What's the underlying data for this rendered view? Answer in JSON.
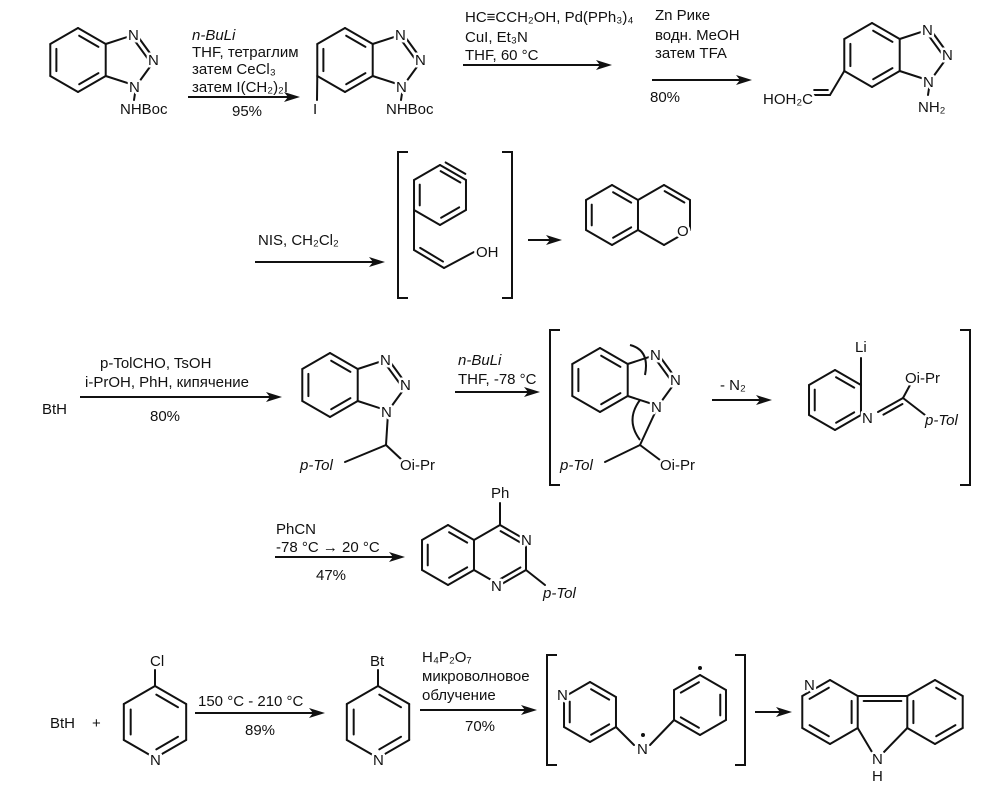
{
  "scheme": {
    "step1": {
      "reagents": [
        "n-BuLi",
        "THF, тетраглим",
        "затем CeCl₃",
        "затем I(CH₂)₂I"
      ],
      "yield": "95%"
    },
    "sm1": {
      "n": "N",
      "sub": "NHBoc"
    },
    "int1": {
      "n": "N",
      "sub": "NHBoc",
      "iodo": "I"
    },
    "step2": {
      "reagents": [
        "HC≡CCH₂OH, Pd(PPh₃)₄",
        "CuI, Et₃N",
        "THF, 60 °C"
      ]
    },
    "step3": {
      "reagents": [
        "Zn Рике",
        "водн. MeOH",
        "затем TFA"
      ],
      "yield": "80%"
    },
    "prod1": {
      "n": "N",
      "sub": "NH₂",
      "chain": "HOH₂C"
    },
    "step4": {
      "reagents": [
        "NIS, CH₂Cl₂"
      ]
    },
    "aryne": {
      "oh": "OH"
    },
    "chromene": {
      "o": "O"
    },
    "step5": {
      "start": "BtH",
      "reagents": [
        "p-TolCHO, TsOH",
        "i-PrOH, PhH, кипячение"
      ],
      "yield": "80%"
    },
    "adduct": {
      "n": "N",
      "tol": "p-Tol",
      "oipr": "Oi-Pr"
    },
    "step6": {
      "reagents": [
        "n-BuLi",
        "THF, -78 °C"
      ]
    },
    "step7": {
      "reagents": [
        "- N₂"
      ]
    },
    "imidate": {
      "li": "Li",
      "n": "N",
      "oipr": "Oi-Pr",
      "tol": "p-Tol"
    },
    "step8": {
      "reagents": [
        "PhCN",
        "-78 °C → 20 °C"
      ],
      "yield": "47%"
    },
    "quinazoline": {
      "ph": "Ph",
      "n": "N",
      "tol": "p-Tol"
    },
    "step9": {
      "start": "BtH",
      "plus": "+",
      "reagents": [
        "150 °C - 210 °C"
      ],
      "yield": "89%"
    },
    "clpyr": {
      "cl": "Cl",
      "n": "N"
    },
    "btpyr": {
      "bt": "Bt",
      "n": "N"
    },
    "step10": {
      "reagents": [
        "H₄P₂O₇",
        "микроволновое",
        "облучение"
      ],
      "yield": "70%"
    },
    "diradical": {
      "n": "N",
      "n2": "N"
    },
    "carboline": {
      "n": "N",
      "nh": "N",
      "h": "H"
    }
  }
}
